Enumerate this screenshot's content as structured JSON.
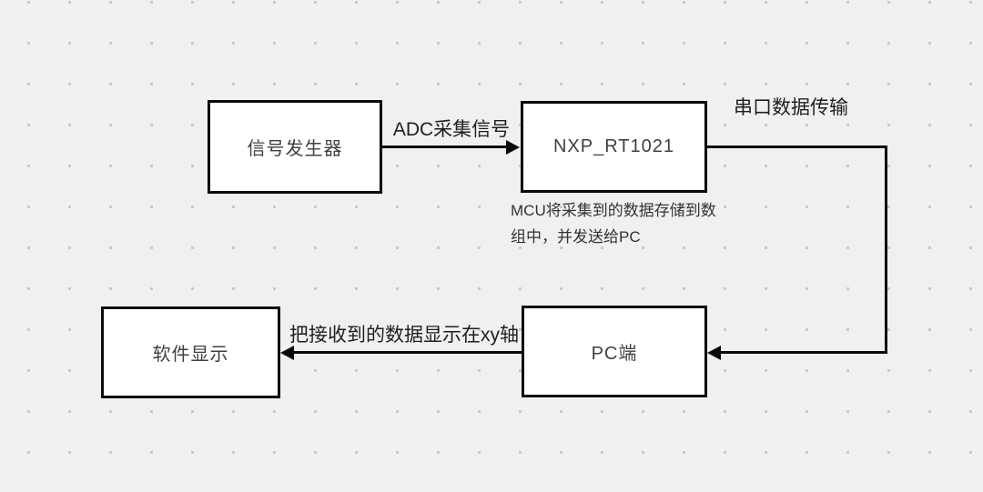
{
  "diagram": {
    "nodes": [
      {
        "id": "signal-generator",
        "label": "信号发生器"
      },
      {
        "id": "mcu",
        "label": "NXP_RT1021"
      },
      {
        "id": "pc",
        "label": "PC端"
      },
      {
        "id": "software-display",
        "label": "软件显示"
      }
    ],
    "edges": [
      {
        "from": "signal-generator",
        "to": "mcu",
        "label": "ADC采集信号",
        "direction": "right"
      },
      {
        "from": "mcu",
        "to": "pc",
        "label": "串口数据传输",
        "direction": "right-down-left"
      },
      {
        "from": "pc",
        "to": "software-display",
        "label": "把接收到的数据显示在xy轴",
        "direction": "left"
      }
    ],
    "note": {
      "text": "MCU将采集到的数据存储到数组中，并发送给PC",
      "attached_to": "mcu"
    }
  },
  "colors": {
    "background": "#f0f0f1",
    "grid_dot": "#c9c9c9",
    "node_fill": "#ffffff",
    "stroke": "#0a0a0a",
    "node_text": "#404040",
    "edge_text": "#1f1f1f",
    "note_text": "#333333"
  }
}
